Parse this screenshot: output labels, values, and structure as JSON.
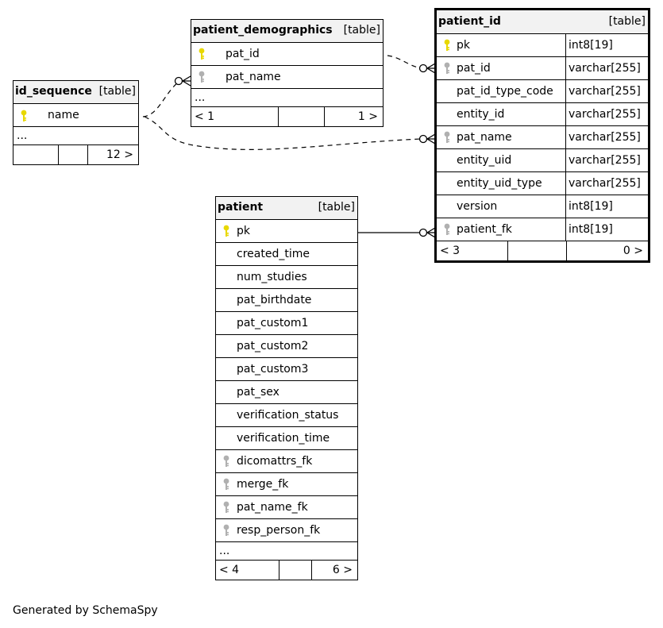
{
  "tables": {
    "id_sequence": {
      "name": "id_sequence",
      "kind": "[table]",
      "columns": [
        "name"
      ],
      "more": "...",
      "footer": {
        "left": "",
        "right": "12 >"
      }
    },
    "patient_demographics": {
      "name": "patient_demographics",
      "kind": "[table]",
      "columns": [
        "pat_id",
        "pat_name"
      ],
      "more": "...",
      "footer": {
        "left": "< 1",
        "right": "1 >"
      }
    },
    "patient_id": {
      "name": "patient_id",
      "kind": "[table]",
      "columns": [
        {
          "name": "pk",
          "type": "int8[19]"
        },
        {
          "name": "pat_id",
          "type": "varchar[255]"
        },
        {
          "name": "pat_id_type_code",
          "type": "varchar[255]"
        },
        {
          "name": "entity_id",
          "type": "varchar[255]"
        },
        {
          "name": "pat_name",
          "type": "varchar[255]"
        },
        {
          "name": "entity_uid",
          "type": "varchar[255]"
        },
        {
          "name": "entity_uid_type",
          "type": "varchar[255]"
        },
        {
          "name": "version",
          "type": "int8[19]"
        },
        {
          "name": "patient_fk",
          "type": "int8[19]"
        }
      ],
      "footer": {
        "left": "< 3",
        "right": "0 >"
      }
    },
    "patient": {
      "name": "patient",
      "kind": "[table]",
      "columns": [
        "pk",
        "created_time",
        "num_studies",
        "pat_birthdate",
        "pat_custom1",
        "pat_custom2",
        "pat_custom3",
        "pat_sex",
        "verification_status",
        "verification_time",
        "dicomattrs_fk",
        "merge_fk",
        "pat_name_fk",
        "resp_person_fk"
      ],
      "more": "...",
      "footer": {
        "left": "< 4",
        "right": "6 >"
      }
    }
  },
  "footer_text": "Generated by SchemaSpy",
  "colors": {
    "primary_key": "#e8d800",
    "foreign_key": "#b0b0b0"
  }
}
